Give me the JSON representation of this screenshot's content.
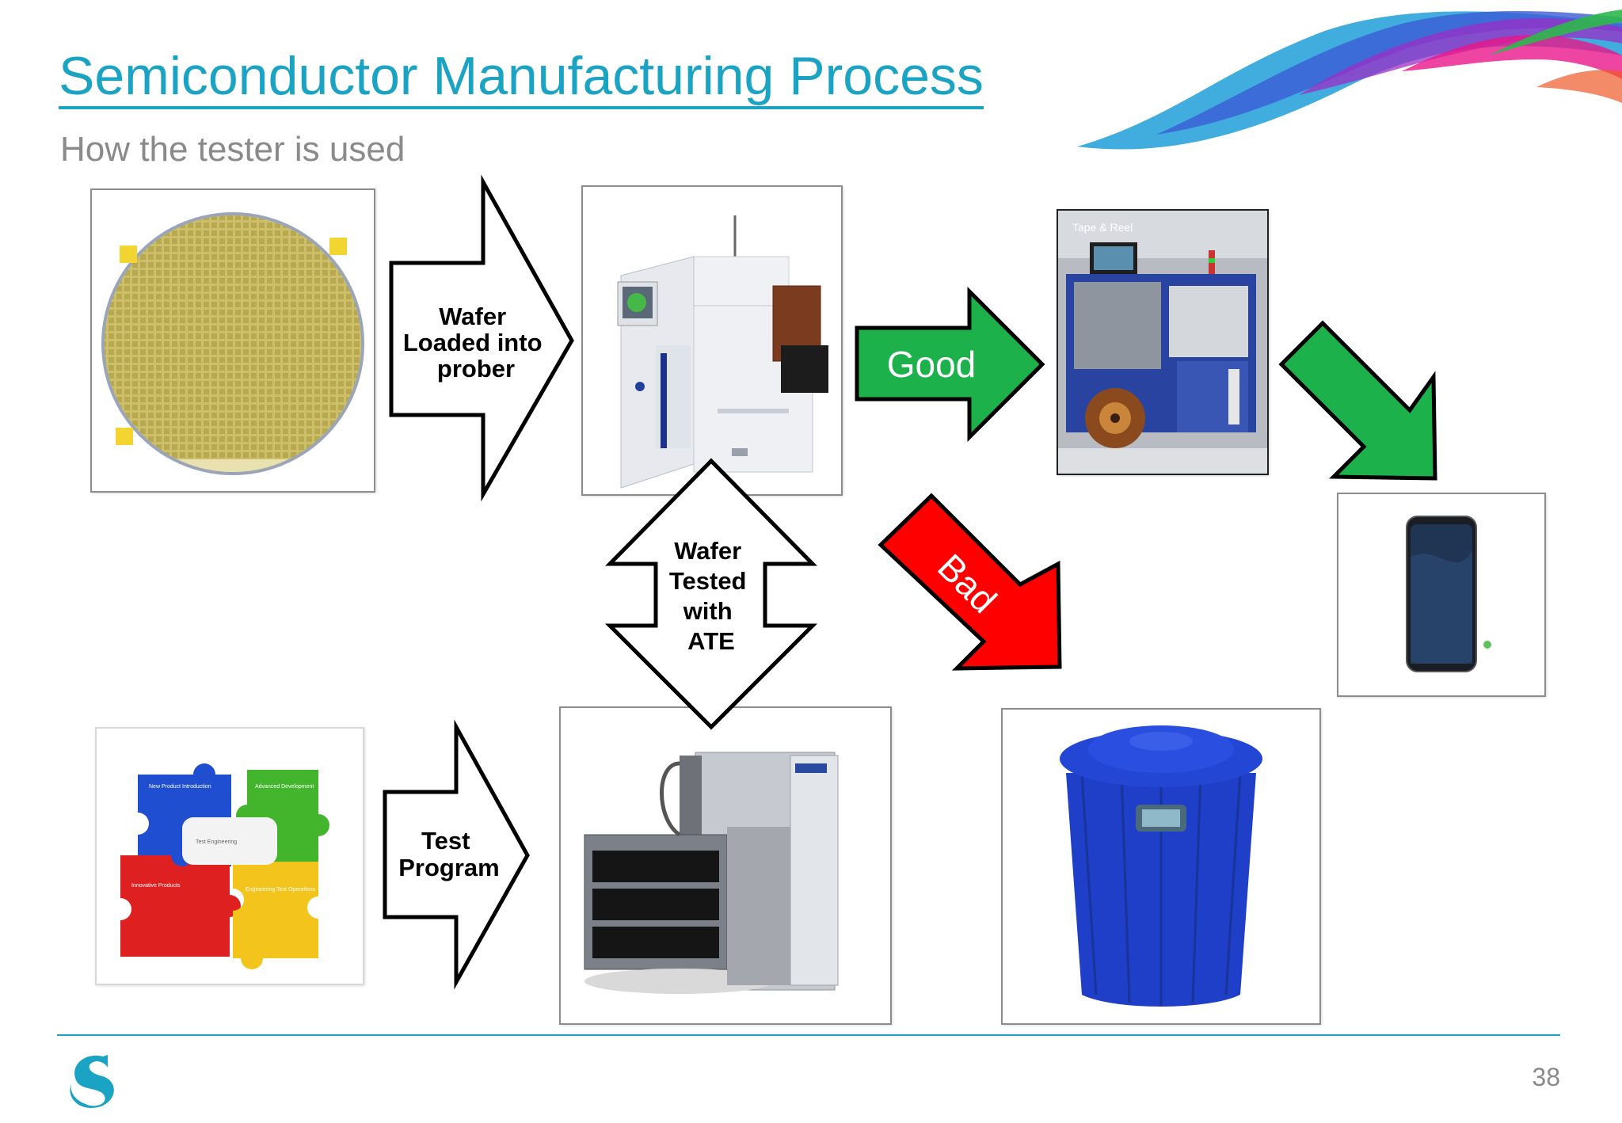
{
  "slide": {
    "title": "Semiconductor Manufacturing Process",
    "subtitle": "How the tester is used",
    "page_number": "38"
  },
  "arrows": {
    "wafer_loaded": [
      "Wafer",
      "Loaded into",
      "prober"
    ],
    "wafer_tested": [
      "Wafer",
      "Tested",
      "with",
      "ATE"
    ],
    "test_program": [
      "Test",
      "Program"
    ],
    "good": "Good",
    "bad": "Bad"
  },
  "puzzle_labels": [
    "New Product Introduction",
    "Advanced Development",
    "Test Engineering",
    "Engineering Test Operations",
    "Innovative Products"
  ],
  "tape_reel_label": "Tape & Reel",
  "colors": {
    "title": "#1aa3c2",
    "good_arrow": "#1db14b",
    "bad_arrow": "#ff0000",
    "bin": "#1f3fc8"
  }
}
